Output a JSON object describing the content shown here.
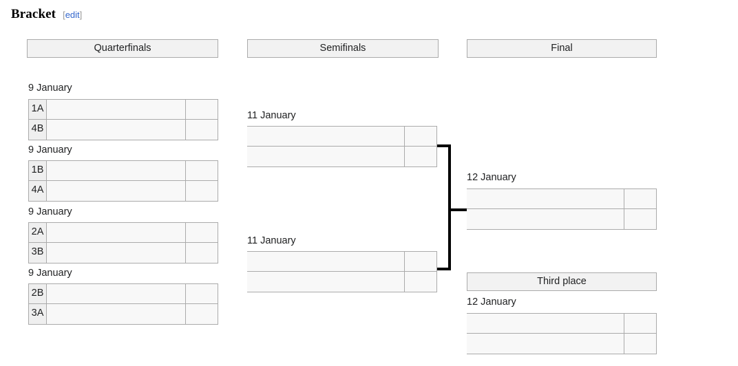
{
  "heading": {
    "title": "Bracket",
    "edit_open": "[",
    "edit_label": "edit",
    "edit_close": "]"
  },
  "colors": {
    "header_bg": "#f2f2f2",
    "cell_bg": "#f8f8f8",
    "seed_bg": "#efefef",
    "border": "#aaaaaa",
    "connector": "#000000",
    "link": "#3366cc",
    "text": "#202122"
  },
  "rounds": [
    {
      "key": "quarterfinals",
      "label": "Quarterfinals"
    },
    {
      "key": "semifinals",
      "label": "Semifinals"
    },
    {
      "key": "final",
      "label": "Final"
    },
    {
      "key": "third_place",
      "label": "Third place"
    }
  ],
  "quarterfinals": [
    {
      "date": "9 January",
      "rows": [
        {
          "seed": "1A",
          "team": "",
          "score": ""
        },
        {
          "seed": "4B",
          "team": "",
          "score": ""
        }
      ]
    },
    {
      "date": "9 January",
      "rows": [
        {
          "seed": "1B",
          "team": "",
          "score": ""
        },
        {
          "seed": "4A",
          "team": "",
          "score": ""
        }
      ]
    },
    {
      "date": "9 January",
      "rows": [
        {
          "seed": "2A",
          "team": "",
          "score": ""
        },
        {
          "seed": "3B",
          "team": "",
          "score": ""
        }
      ]
    },
    {
      "date": "9 January",
      "rows": [
        {
          "seed": "2B",
          "team": "",
          "score": ""
        },
        {
          "seed": "3A",
          "team": "",
          "score": ""
        }
      ]
    }
  ],
  "semifinals": [
    {
      "date": "11 January",
      "rows": [
        {
          "team": "",
          "score": ""
        },
        {
          "team": "",
          "score": ""
        }
      ]
    },
    {
      "date": "11 January",
      "rows": [
        {
          "team": "",
          "score": ""
        },
        {
          "team": "",
          "score": ""
        }
      ]
    }
  ],
  "final": {
    "date": "12 January",
    "rows": [
      {
        "team": "",
        "score": ""
      },
      {
        "team": "",
        "score": ""
      }
    ]
  },
  "third_place": {
    "date": "12 January",
    "rows": [
      {
        "team": "",
        "score": ""
      },
      {
        "team": "",
        "score": ""
      }
    ]
  }
}
